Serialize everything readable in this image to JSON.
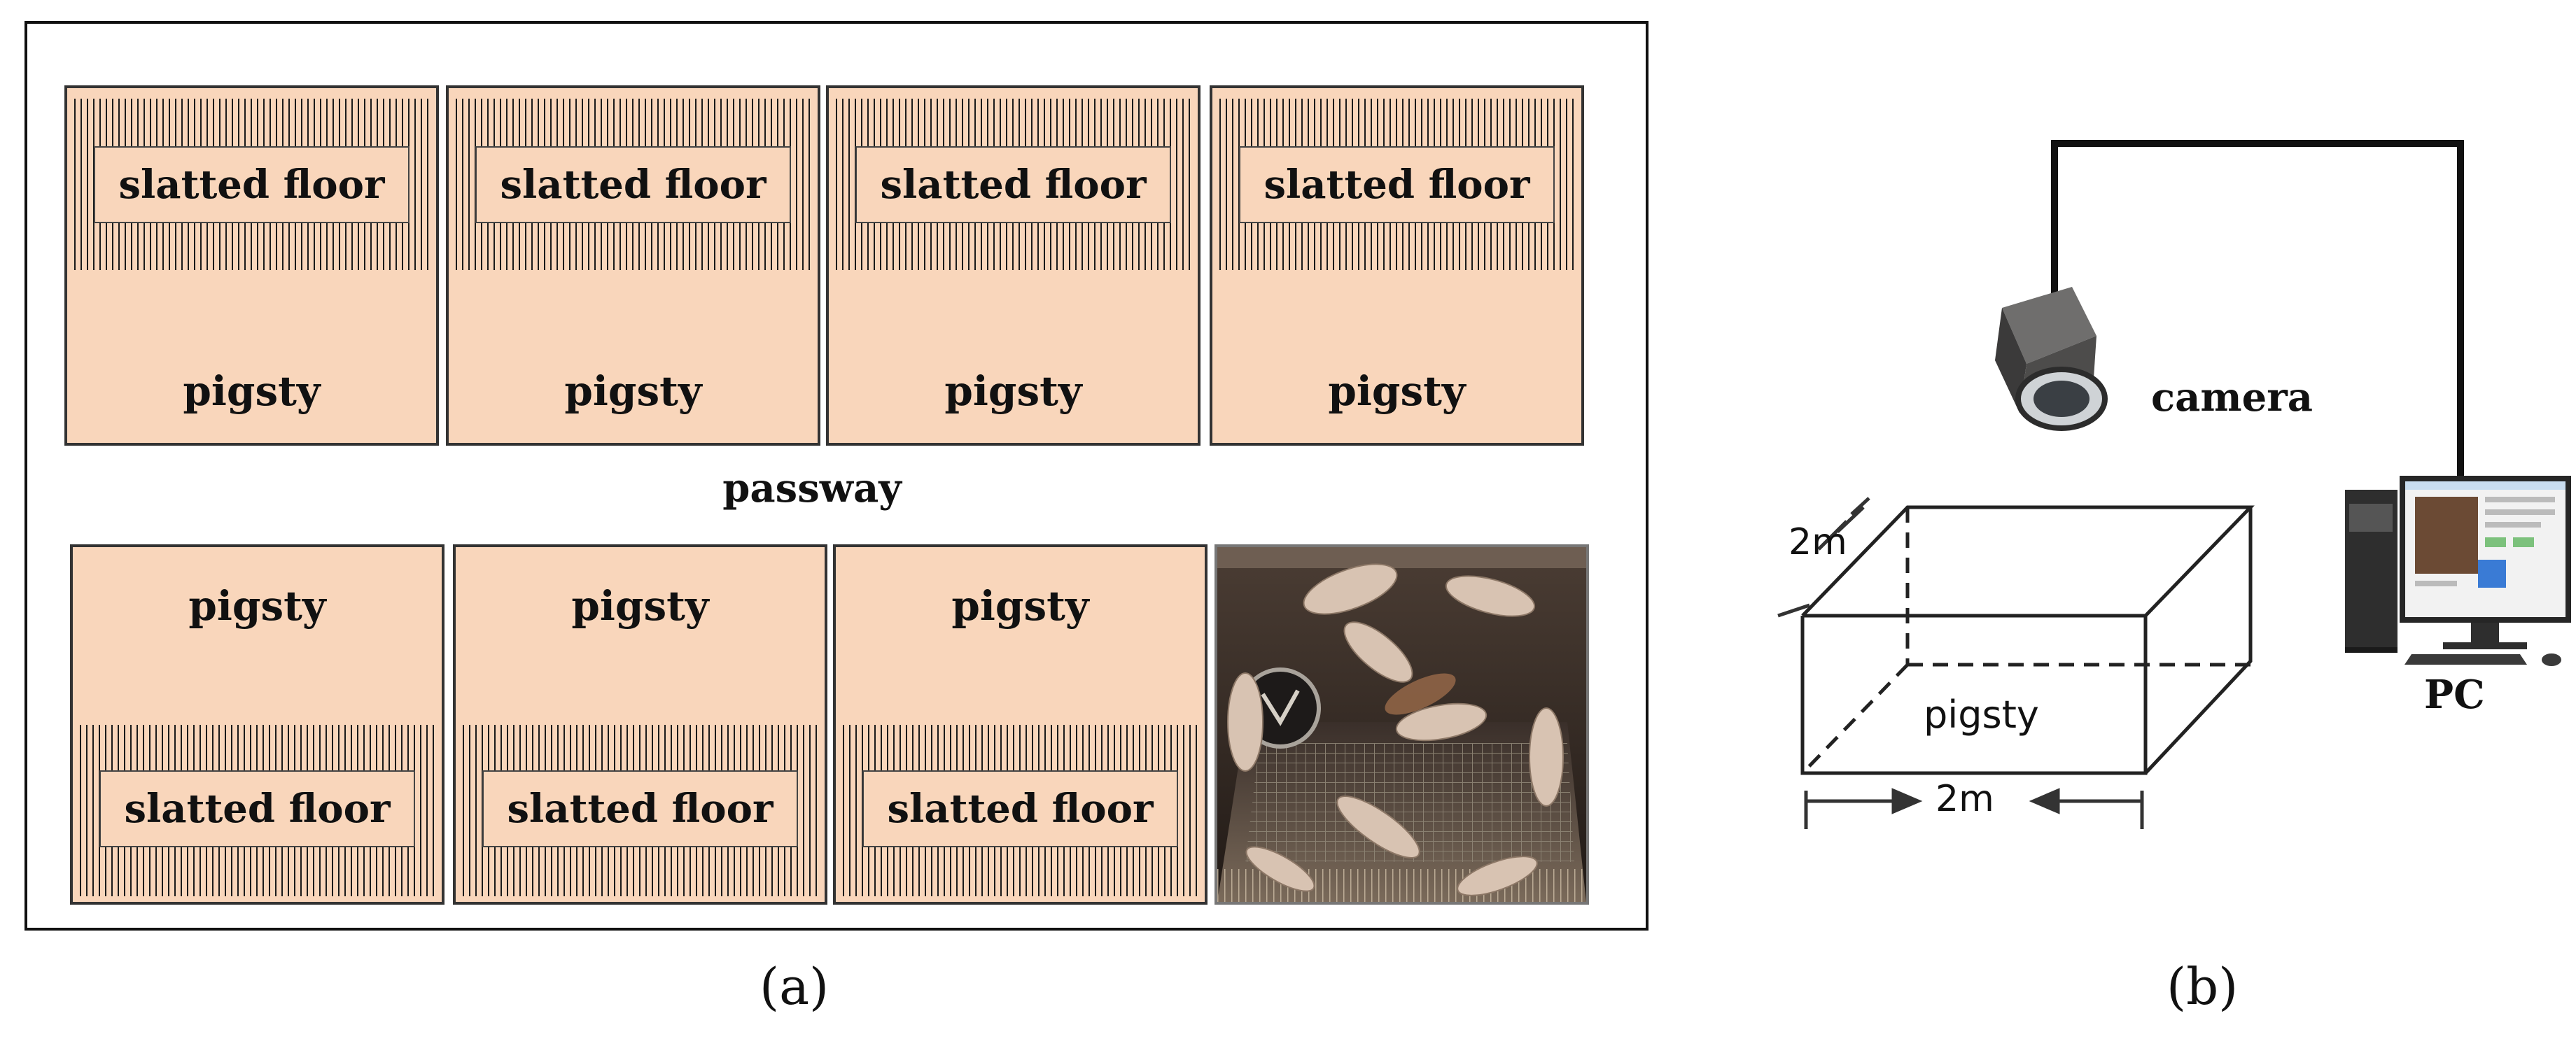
{
  "panel_a": {
    "top_row": [
      {
        "slat_label": "slatted floor",
        "pen_label": "pigsty"
      },
      {
        "slat_label": "slatted floor",
        "pen_label": "pigsty"
      },
      {
        "slat_label": "slatted floor",
        "pen_label": "pigsty"
      },
      {
        "slat_label": "slatted floor",
        "pen_label": "pigsty"
      }
    ],
    "passway_label": "passway",
    "bottom_row": [
      {
        "slat_label": "slatted floor",
        "pen_label": "pigsty"
      },
      {
        "slat_label": "slatted floor",
        "pen_label": "pigsty"
      },
      {
        "slat_label": "slatted floor",
        "pen_label": "pigsty"
      }
    ],
    "caption": "(a)"
  },
  "panel_b": {
    "camera_label": "camera",
    "pc_label": "PC",
    "box_label": "pigsty",
    "depth_dimension": "2m",
    "width_dimension": "2m",
    "caption": "(b)"
  },
  "colors": {
    "pen_fill": "#f9d6bb",
    "outline": "#111111"
  }
}
